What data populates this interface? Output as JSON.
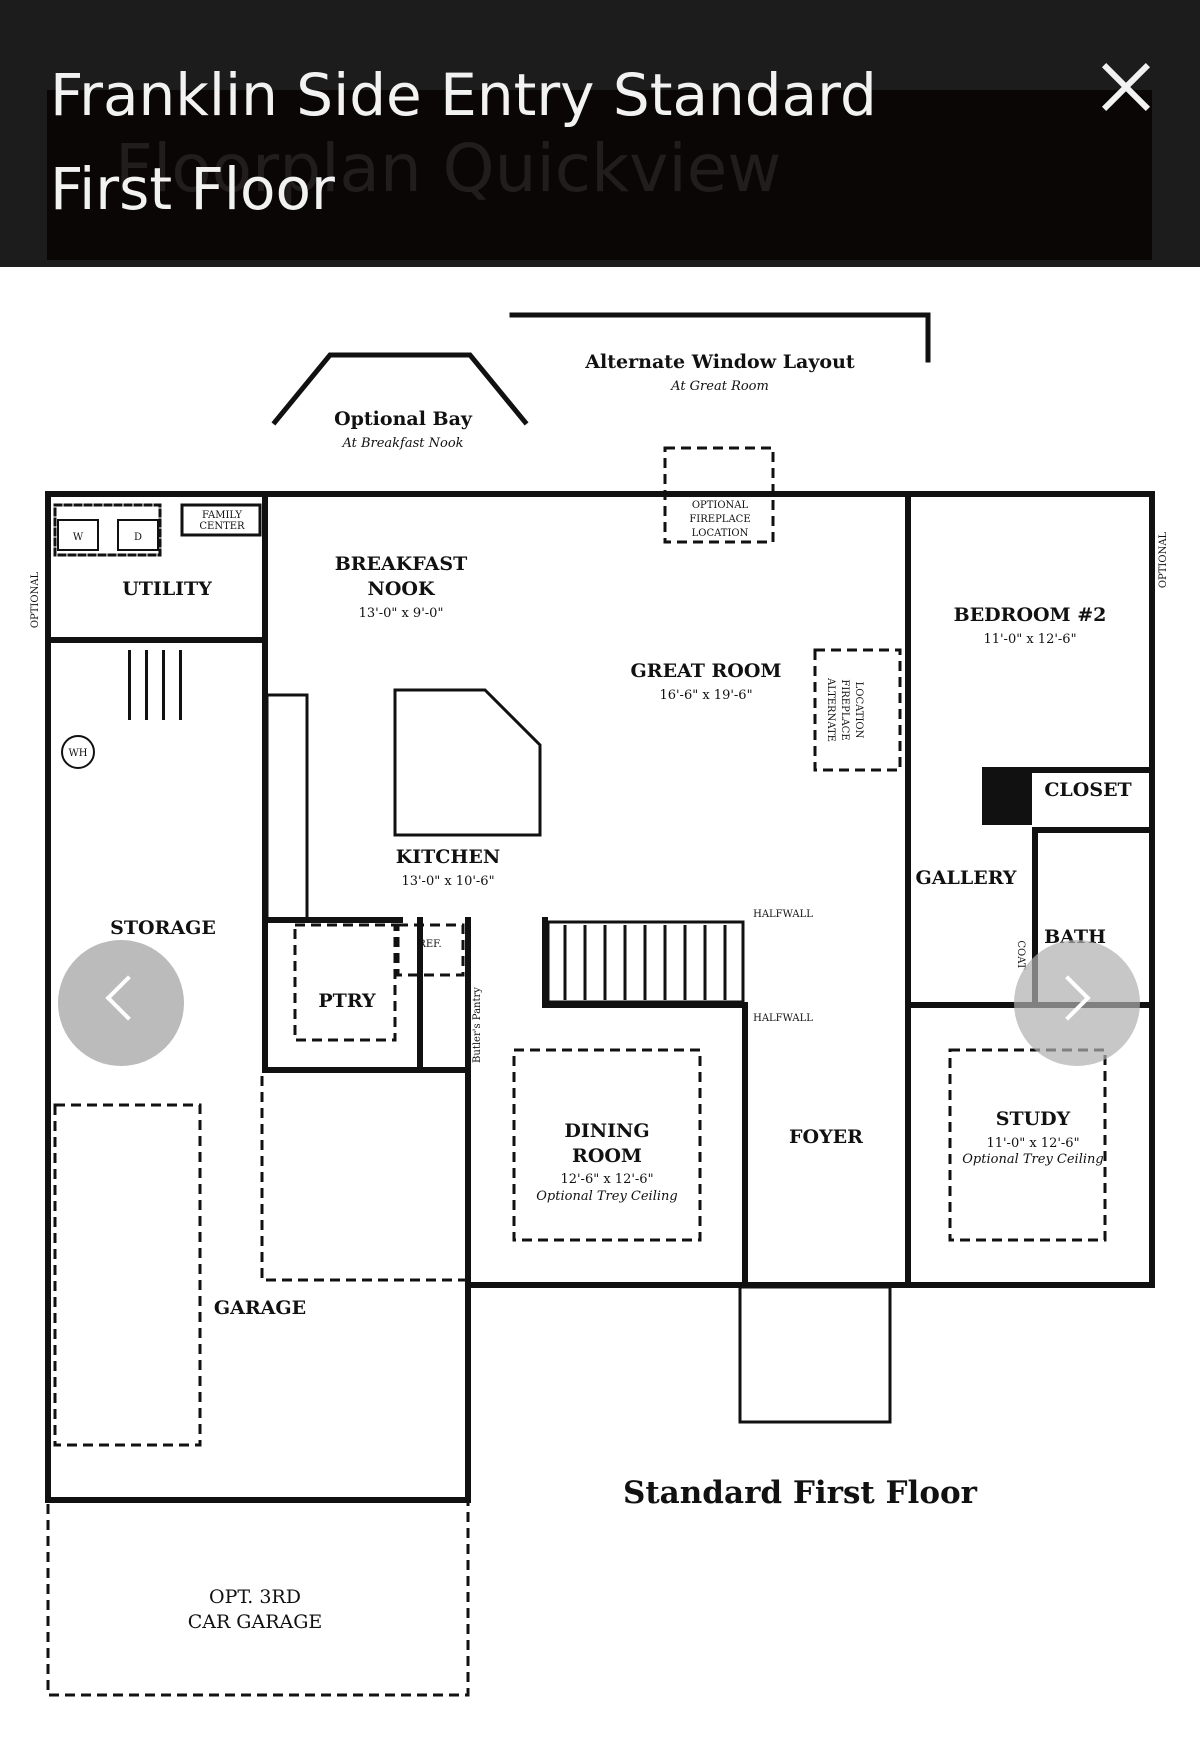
{
  "header": {
    "title": "Franklin Side Entry Standard First Floor",
    "ghost_title": "Floorplan Quickview",
    "close_icon": "close-icon"
  },
  "plan": {
    "caption": "Standard First Floor",
    "alt_window": "Alternate Window Layout",
    "alt_window_sub": "At Great Room",
    "opt_bay": "Optional Bay",
    "opt_bay_sub": "At Breakfast Nook",
    "opt_fireplace": [
      "OPTIONAL",
      "FIREPLACE",
      "LOCATION"
    ],
    "alt_fireplace": [
      "ALTERNATE",
      "FIREPLACE",
      "LOCATION"
    ],
    "rooms": {
      "breakfast_nook_1": "BREAKFAST",
      "breakfast_nook_2": "NOOK",
      "breakfast_nook_dim": "13'-0\" x 9'-0\"",
      "great_room": "GREAT ROOM",
      "great_room_dim": "16'-6\" x 19'-6\"",
      "bedroom2": "BEDROOM #2",
      "bedroom2_dim": "11'-0\" x 12'-6\"",
      "utility": "UTILITY",
      "family_center_1": "FAMILY",
      "family_center_2": "CENTER",
      "washer": "W",
      "dryer": "D",
      "water_heater": "WH",
      "kitchen": "KITCHEN",
      "kitchen_dim": "13'-0\" x 10'-6\"",
      "storage": "STORAGE",
      "closet": "CLOSET",
      "gallery": "GALLERY",
      "bath": "BATH",
      "coat_closet": "COAT",
      "pantry": "PTRY",
      "ref": "REF.",
      "butlers_pantry": "Butler's Pantry",
      "halfwall_top": "HALFWALL",
      "halfwall_bottom": "HALFWALL",
      "dining_1": "DINING",
      "dining_2": "ROOM",
      "dining_dim": "12'-6\" x 12'-6\"",
      "dining_note": "Optional Trey Ceiling",
      "foyer": "FOYER",
      "study": "STUDY",
      "study_dim": "11'-0\" x 12'-6\"",
      "study_note": "Optional Trey Ceiling",
      "garage": "GARAGE",
      "opt_garage_1": "OPT. 3RD",
      "opt_garage_2": "CAR GARAGE",
      "optional_left": "OPTIONAL",
      "optional_right": "OPTIONAL"
    }
  },
  "nav": {
    "prev_icon": "chevron-left-icon",
    "next_icon": "chevron-right-icon"
  }
}
